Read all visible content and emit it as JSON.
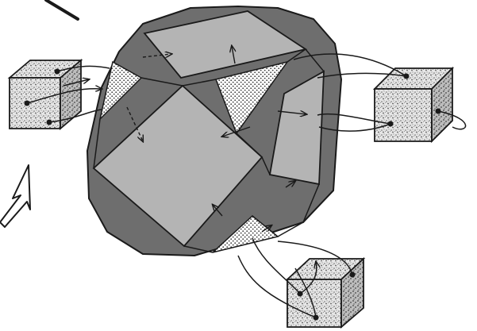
{
  "figure": {
    "kind": "polyhedron-with-connected-cubes",
    "colors": {
      "background": "#ffffff",
      "ink": "#1a1a1a",
      "dark_band": "#6e6e6e",
      "square_face": "#b4b4b4",
      "triangle_face": "#ffffff",
      "stipple": "#3a3a3a",
      "cube_speckle": "#9a9a9a"
    },
    "parts": {
      "polyhedron": "truncated-cube",
      "cubes": [
        "left-cube",
        "right-cube",
        "bottom-cube"
      ],
      "pointer": "white-outline-arrow"
    }
  }
}
